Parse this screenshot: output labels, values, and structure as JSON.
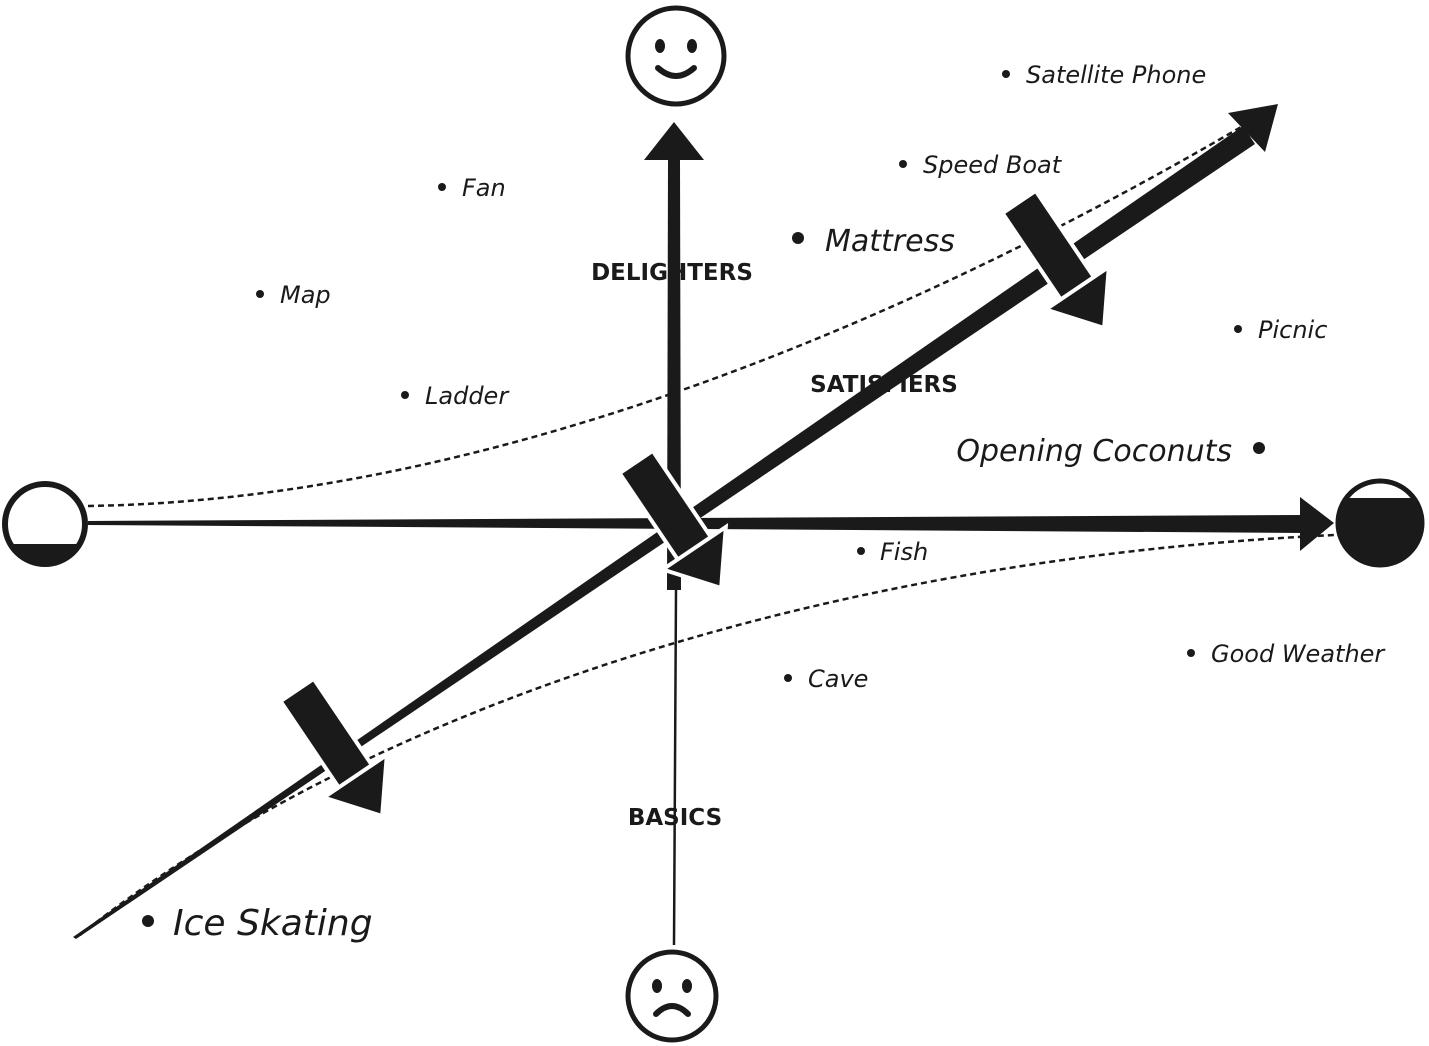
{
  "axes": {
    "vertical_top": "happy-face",
    "vertical_bottom": "sad-face",
    "horizontal_left": "empty-circle",
    "horizontal_right": "full-circle"
  },
  "labels": {
    "delighters": "DELIGHTERS",
    "satisfiers": "SATISFIERS",
    "basics": "BASICS"
  },
  "items": [
    {
      "name": "satellite-phone",
      "text": "Satellite Phone"
    },
    {
      "name": "speed-boat",
      "text": "Speed Boat"
    },
    {
      "name": "fan",
      "text": "Fan"
    },
    {
      "name": "mattress",
      "text": "Mattress"
    },
    {
      "name": "map",
      "text": "Map"
    },
    {
      "name": "picnic",
      "text": "Picnic"
    },
    {
      "name": "ladder",
      "text": "Ladder"
    },
    {
      "name": "opening-coconuts",
      "text": "Opening Coconuts"
    },
    {
      "name": "fish",
      "text": "Fish"
    },
    {
      "name": "good-weather",
      "text": "Good Weather"
    },
    {
      "name": "cave",
      "text": "Cave"
    },
    {
      "name": "ice-skating",
      "text": "Ice Skating"
    }
  ],
  "colors": {
    "ink": "#1a1a1a",
    "background": "#ffffff"
  }
}
